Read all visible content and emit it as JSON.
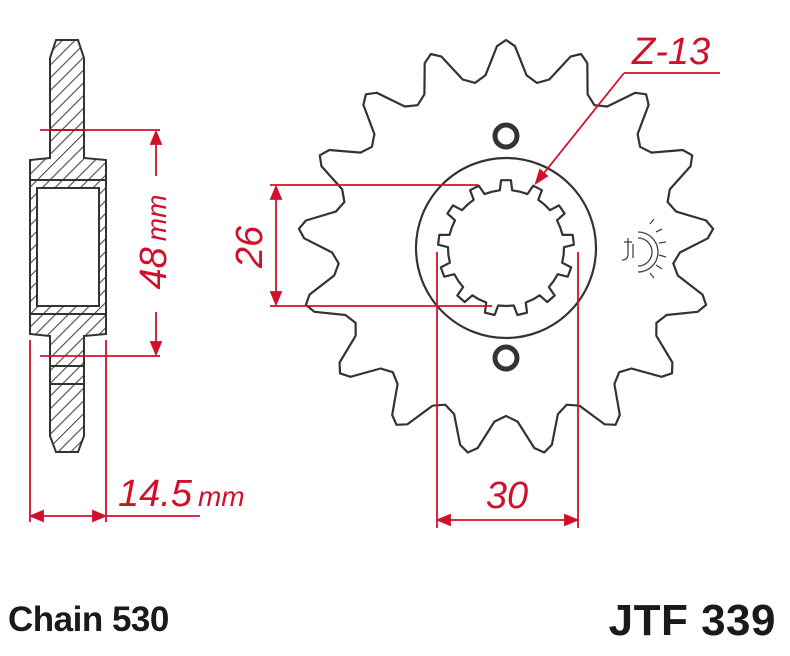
{
  "colors": {
    "outline": "#333333",
    "fill": "#ffffff",
    "hatch": "#444444",
    "dimension": "#d0112b",
    "text": "#1a1a1a"
  },
  "dimensions": {
    "hub_height": "48",
    "hub_height_unit": "mm",
    "width": "14.5",
    "width_unit": "mm",
    "inner_diameter": "26",
    "spline_diameter": "30",
    "teeth": "Z-13"
  },
  "captions": {
    "chain": "Chain 530",
    "part_number": "JTF 339"
  },
  "icons": {
    "logo": "jt-sprocket-logo-icon"
  }
}
